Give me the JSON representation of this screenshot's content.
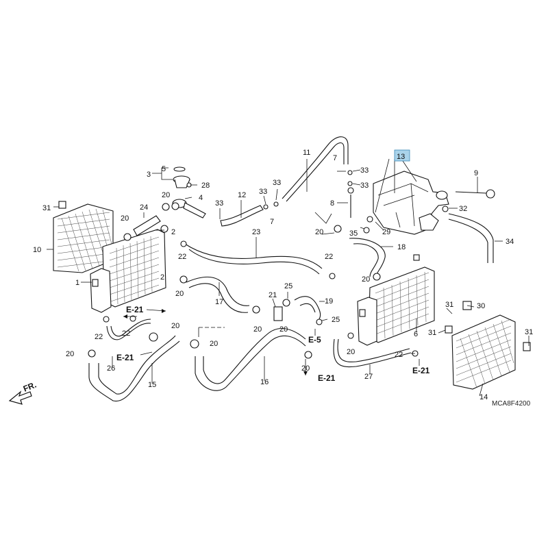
{
  "callouts": {
    "c1": "1",
    "c2a": "2",
    "c2b": "2",
    "c3": "3",
    "c4": "4",
    "c5": "5",
    "c6": "6",
    "c7a": "7",
    "c7b": "7",
    "c8": "8",
    "c9": "9",
    "c10": "10",
    "c11": "11",
    "c12": "12",
    "c13": "13",
    "c14": "14",
    "c15": "15",
    "c16": "16",
    "c17": "17",
    "c18": "18",
    "c19": "19",
    "c20a": "20",
    "c20b": "20",
    "c20c": "20",
    "c20d": "20",
    "c20e": "20",
    "c20f": "20",
    "c20g": "20",
    "c20h": "20",
    "c20i": "20",
    "c20j": "20",
    "c20k": "20",
    "c21": "21",
    "c22a": "22",
    "c22b": "22",
    "c22c": "22",
    "c22d": "22",
    "c22e": "22",
    "c23": "23",
    "c24": "24",
    "c25a": "25",
    "c25b": "25",
    "c26": "26",
    "c27": "27",
    "c28": "28",
    "c29": "29",
    "c30": "30",
    "c31a": "31",
    "c31b": "31",
    "c31c": "31",
    "c32": "32",
    "c33a": "33",
    "c33b": "33",
    "c33c": "33",
    "c33d": "33",
    "c34": "34",
    "c35": "35"
  },
  "refs": {
    "e21a": "E-21",
    "e21b": "E-21",
    "e21c": "E-21",
    "e21d": "E-21",
    "e5": "E-5"
  },
  "direction_label": "FR.",
  "diagram_code": "MCA8F4200",
  "highlight_color": "#a9d3ea"
}
